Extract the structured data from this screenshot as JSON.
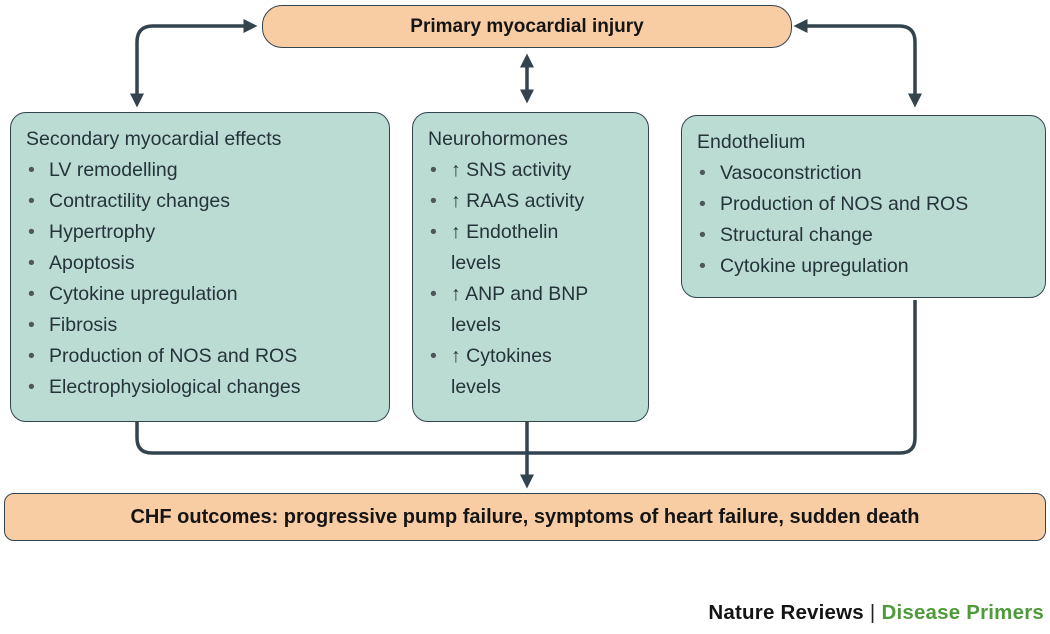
{
  "colors": {
    "peach_fill": "#F9CDA4",
    "teal_fill": "#BBDCD3",
    "stroke_dark": "#33444E",
    "text_dark": "#25333A",
    "bullet_gray": "#4E585C",
    "credit_green": "#4F9B3C"
  },
  "primary_box": {
    "label": "Primary myocardial injury"
  },
  "boxes": {
    "secondary": {
      "title": "Secondary myocardial effects",
      "items": [
        "LV remodelling",
        "Contractility changes",
        "Hypertrophy",
        "Apoptosis",
        "Cytokine upregulation",
        "Fibrosis",
        "Production of NOS and ROS",
        "Electrophysiological changes"
      ]
    },
    "neurohormones": {
      "title": "Neurohormones",
      "items": [
        "↑ SNS activity",
        "↑ RAAS activity",
        "↑ Endothelin\nlevels",
        "↑ ANP and BNP\nlevels",
        "↑ Cytokines\nlevels"
      ]
    },
    "endothelium": {
      "title": "Endothelium",
      "items": [
        "Vasoconstriction",
        "Production of NOS and ROS",
        "Structural change",
        "Cytokine upregulation"
      ]
    }
  },
  "outcome_box": {
    "label": "CHF outcomes: progressive pump failure, symptoms of heart failure, sudden death"
  },
  "footer": {
    "journal": "Nature Reviews",
    "separator": "|",
    "section": "Disease Primers"
  }
}
